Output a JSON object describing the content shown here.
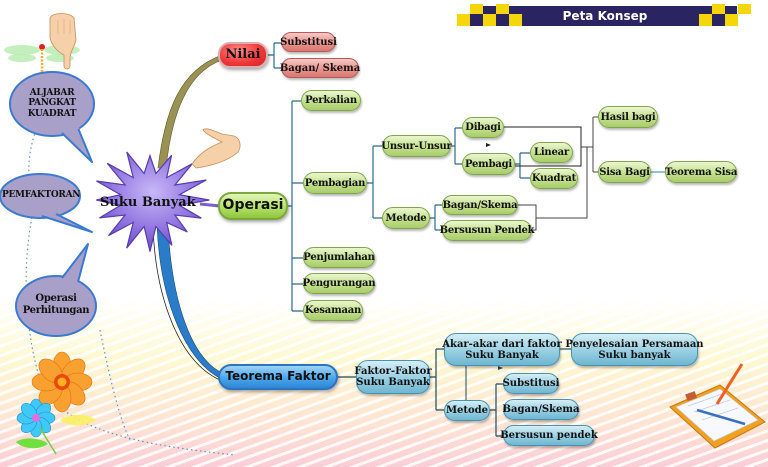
{
  "header": {
    "title": "Peta Konsep",
    "bar_color": "#2a2560",
    "checker_color": "#f5d60a"
  },
  "center": {
    "label": "Suku Banyak",
    "color": "#8a6fd8"
  },
  "side_bubbles": [
    {
      "label_lines": [
        "ALJABAR",
        "PANGKAT",
        "KUADRAT"
      ]
    },
    {
      "label_lines": [
        "PEMFAKTORAN"
      ]
    },
    {
      "label_lines": [
        "Operasi",
        "Perhitungan"
      ]
    }
  ],
  "branches": {
    "nilai": {
      "label": "Nilai",
      "children": [
        "Substitusi",
        "Bagan/ Skema"
      ]
    },
    "operasi": {
      "label": "Operasi",
      "children": {
        "perkalian": "Perkalian",
        "pembagian": {
          "label": "Pembagian",
          "unsur": {
            "label": "Unsur-Unsur",
            "dibagi": "Dibagi",
            "pembagi": {
              "label": "Pembagi",
              "children": [
                "Linear",
                "Kuadrat"
              ]
            }
          },
          "metode": {
            "label": "Metode",
            "children": [
              "Bagan/Skema",
              "Bersusun Pendek"
            ]
          },
          "results": {
            "hasil_bagi": "Hasil bagi",
            "sisa_bagi": "Sisa Bagi",
            "teorema_sisa": "Teorema Sisa"
          }
        },
        "penjumlahan": "Penjumlahan",
        "pengurangan": "Pengurangan",
        "kesamaan": "Kesamaan"
      }
    },
    "teorema_faktor": {
      "label": "Teorema Faktor",
      "faktor": {
        "label_lines": [
          "Faktor-Faktor",
          "Suku Banyak"
        ]
      },
      "akar": {
        "label_lines": [
          "Akar-akar dari faktor",
          "Suku Banyak"
        ]
      },
      "penyelesaian": {
        "label_lines": [
          "Penyelesaian Persamaan",
          "Suku banyak"
        ]
      },
      "metode": {
        "label": "Metode",
        "children": [
          "Substitusi",
          "Bagan/Skema",
          "Bersusun pendek"
        ]
      }
    }
  },
  "icons": [
    "pointing-hand-icon",
    "open-hand-icon",
    "dragonfly-icon",
    "orange-flower-icon",
    "blue-flower-icon",
    "clipboard-pencil-icon"
  ]
}
